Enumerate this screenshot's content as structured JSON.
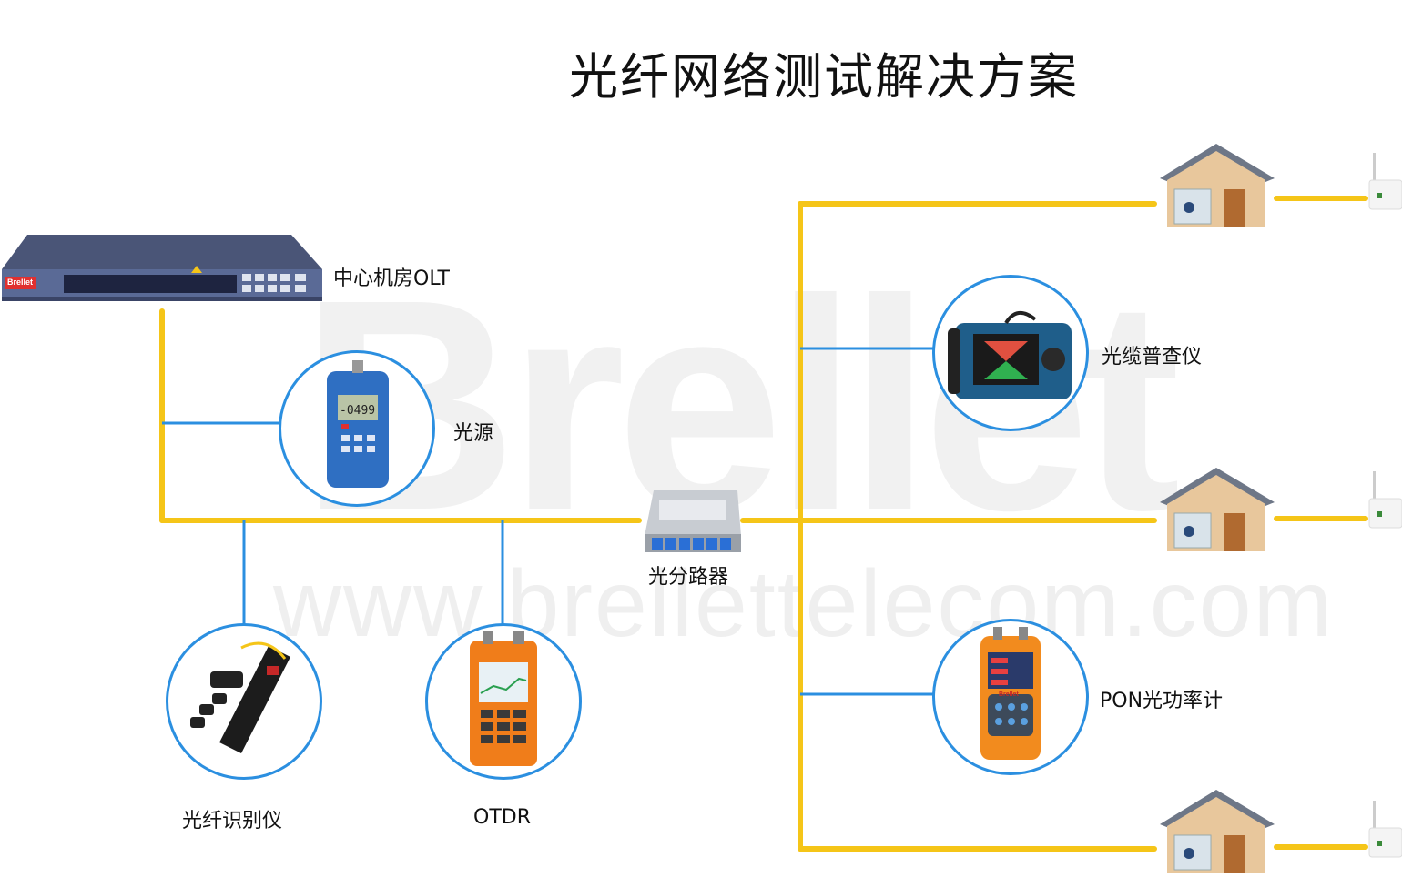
{
  "title": "光纤网络测试解决方案",
  "watermark": {
    "brand": "Brellet",
    "url": "www.brellettelecom.com"
  },
  "olt": {
    "label": "中心机房OLT",
    "logo": "Brellet"
  },
  "light_source": {
    "label": "光源",
    "display": "-0499"
  },
  "fiber_identifier": {
    "label": "光纤识别仪"
  },
  "otdr": {
    "label": "OTDR"
  },
  "splitter": {
    "label": "光分路器"
  },
  "cable_tester": {
    "label": "光缆普查仪"
  },
  "pon_meter": {
    "label": "PON光功率计",
    "logo": "Brellet"
  },
  "colors": {
    "fiber": "#f5c518",
    "branch": "#2b8fe0",
    "ring": "#2b8fe0"
  },
  "icons": [
    "olt-device-icon",
    "light-source-icon",
    "fiber-identifier-icon",
    "otdr-icon",
    "splitter-icon",
    "cable-tester-icon",
    "pon-meter-icon",
    "house-icon",
    "ont-router-icon"
  ]
}
